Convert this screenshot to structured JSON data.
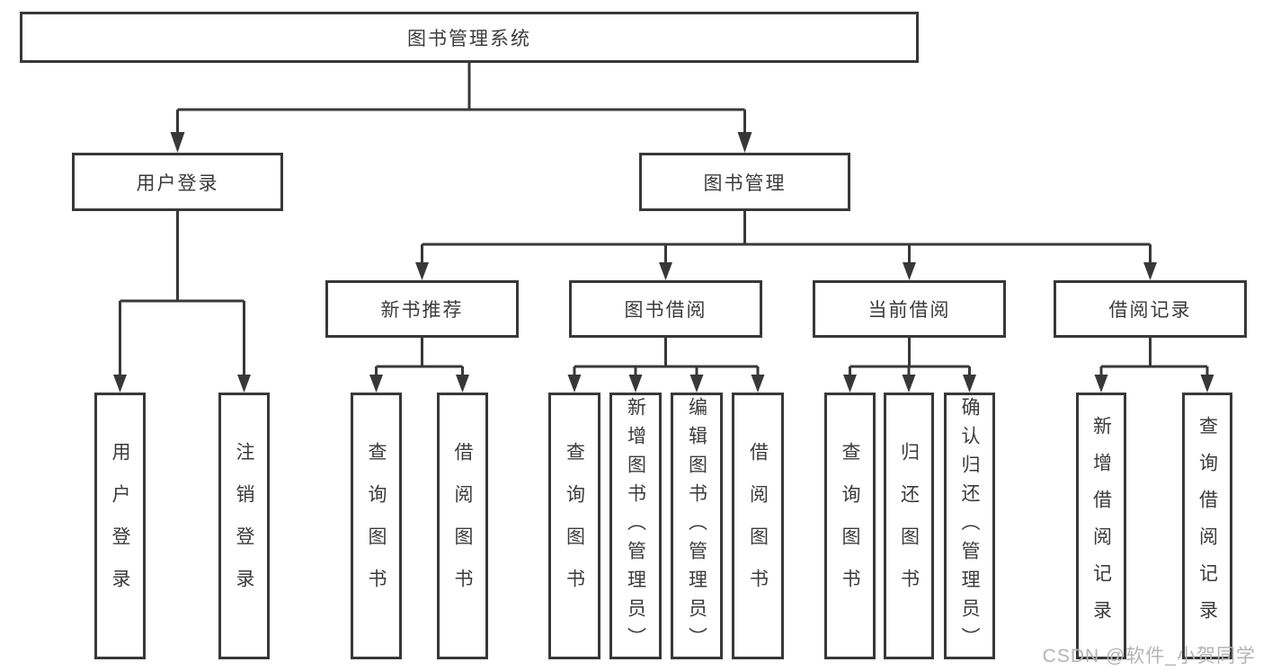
{
  "title": "图书管理系统",
  "tree": {
    "label": "图书管理系统",
    "children": [
      {
        "label": "用户登录",
        "children": [
          {
            "label": "用户登录"
          },
          {
            "label": "注销登录"
          }
        ]
      },
      {
        "label": "图书管理",
        "children": [
          {
            "label": "新书推荐",
            "children": [
              {
                "label": "查询图书"
              },
              {
                "label": "借阅图书"
              }
            ]
          },
          {
            "label": "图书借阅",
            "children": [
              {
                "label": "查询图书"
              },
              {
                "label": "新增图书（管理员）"
              },
              {
                "label": "编辑图书（管理员）"
              },
              {
                "label": "借阅图书"
              }
            ]
          },
          {
            "label": "当前借阅",
            "children": [
              {
                "label": "查询图书"
              },
              {
                "label": "归还图书"
              },
              {
                "label": "确认归还（管理员）"
              }
            ]
          },
          {
            "label": "借阅记录",
            "children": [
              {
                "label": "新增借阅记录"
              },
              {
                "label": "查询借阅记录"
              }
            ]
          }
        ]
      }
    ]
  },
  "watermark": {
    "text": "CSDN @软件_小贺同学"
  },
  "colors": {
    "line": "#383838",
    "text": "#3b3b3b",
    "watermark": "#b4b4b4",
    "background": "#ffffff"
  }
}
